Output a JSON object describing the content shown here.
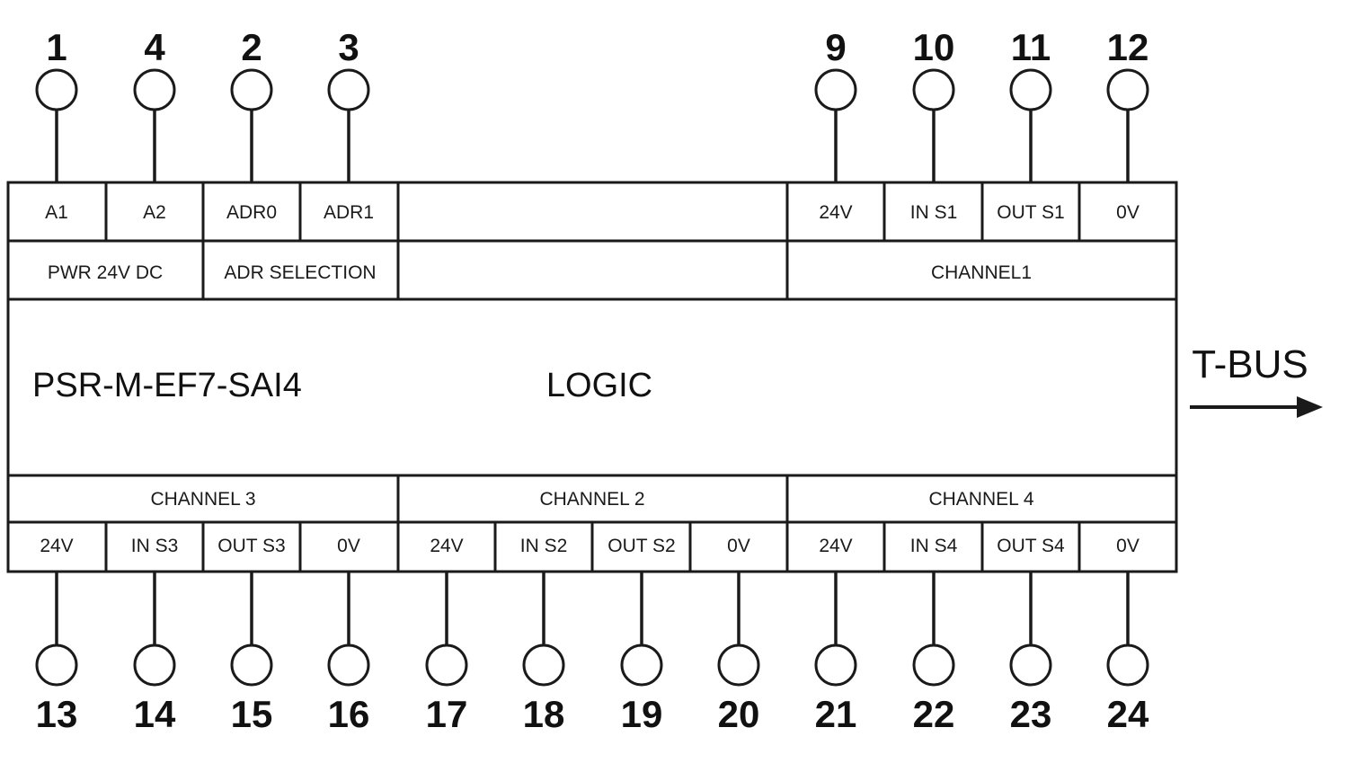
{
  "device": {
    "model": "PSR-M-EF7-SAI4",
    "logic_label": "LOGIC",
    "bus_label": "T-BUS"
  },
  "top_terminals": [
    {
      "number": "1",
      "label": "A1"
    },
    {
      "number": "4",
      "label": "A2"
    },
    {
      "number": "2",
      "label": "ADR0"
    },
    {
      "number": "3",
      "label": "ADR1"
    },
    {
      "number": "9",
      "label": "24V"
    },
    {
      "number": "10",
      "label": "IN S1"
    },
    {
      "number": "11",
      "label": "OUT S1"
    },
    {
      "number": "12",
      "label": "0V"
    }
  ],
  "top_groups": [
    {
      "label": "PWR 24V DC"
    },
    {
      "label": "ADR SELECTION"
    },
    {
      "label": "CHANNEL1"
    }
  ],
  "bottom_groups": [
    {
      "label": "CHANNEL 3"
    },
    {
      "label": "CHANNEL 2"
    },
    {
      "label": "CHANNEL 4"
    }
  ],
  "bottom_terminals": [
    {
      "number": "13",
      "label": "24V"
    },
    {
      "number": "14",
      "label": "IN S3"
    },
    {
      "number": "15",
      "label": "OUT S3"
    },
    {
      "number": "16",
      "label": "0V"
    },
    {
      "number": "17",
      "label": "24V"
    },
    {
      "number": "18",
      "label": "IN S2"
    },
    {
      "number": "19",
      "label": "OUT S2"
    },
    {
      "number": "20",
      "label": "0V"
    },
    {
      "number": "21",
      "label": "24V"
    },
    {
      "number": "22",
      "label": "IN S4"
    },
    {
      "number": "23",
      "label": "OUT S4"
    },
    {
      "number": "24",
      "label": "0V"
    }
  ]
}
